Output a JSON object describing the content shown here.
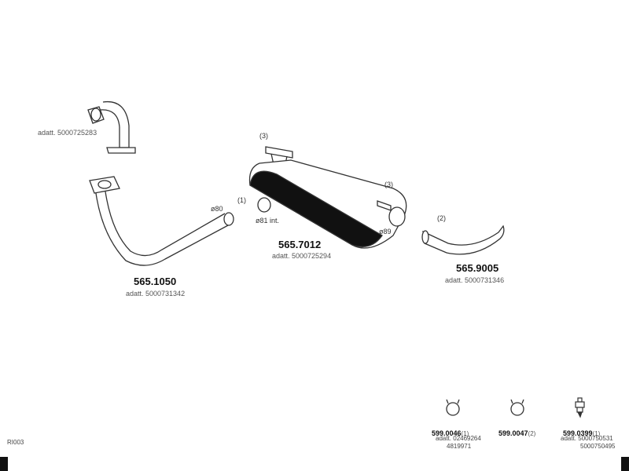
{
  "parts": {
    "front_pipe": {
      "number": "565.1050",
      "adatt": "adatt. 5000731342",
      "flange_adatt": "adatt. 5000725283",
      "diameter": "ø80"
    },
    "muffler": {
      "number": "565.7012",
      "adatt": "adatt. 5000725294",
      "inlet": "ø81  int.",
      "outlet": "ø89",
      "callout_1": "(1)",
      "callout_3a": "(3)",
      "callout_3b": "(3)"
    },
    "tail_pipe": {
      "number": "565.9005",
      "adatt": "adatt. 5000731346",
      "callout_2": "(2)"
    }
  },
  "accessories": [
    {
      "number": "599.0046",
      "qty": "(1)",
      "adatt_1": "adatt. 02469264",
      "adatt_2": "4819971",
      "icon": "clamp-icon"
    },
    {
      "number": "599.0047",
      "qty": "(2)",
      "adatt_1": "",
      "adatt_2": "",
      "icon": "clamp-icon"
    },
    {
      "number": "599.0399",
      "qty": "(1)",
      "adatt_1": "adatt. 5000750531",
      "adatt_2": "5000750495",
      "icon": "rubber-mount-icon"
    }
  ],
  "footer": {
    "code": "RI003"
  }
}
